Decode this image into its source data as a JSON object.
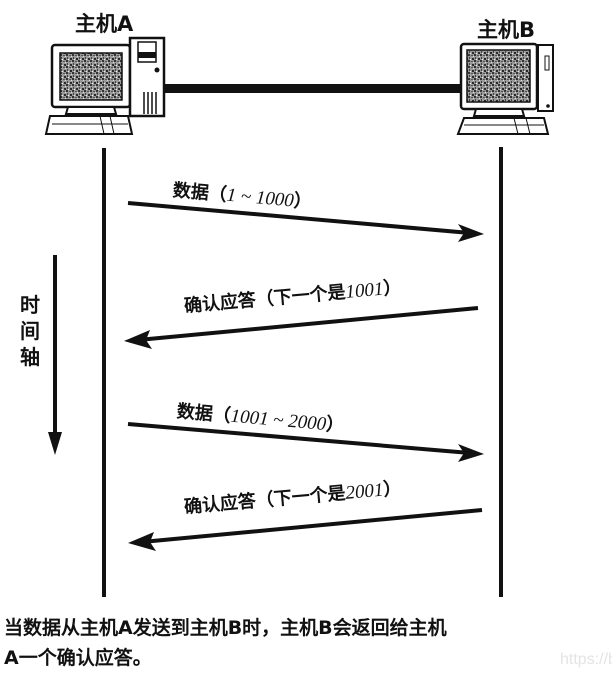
{
  "hosts": {
    "a": {
      "label": "主机A"
    },
    "b": {
      "label": "主机B"
    }
  },
  "time_axis": {
    "label": "时间轴",
    "chars": [
      "时",
      "间",
      "轴"
    ]
  },
  "messages": [
    {
      "direction": "A→B",
      "prefix": "数据（",
      "range": "1 ~ 1000",
      "suffix": "）"
    },
    {
      "direction": "B→A",
      "prefix": "确认应答（下一个是",
      "range": "1001",
      "suffix": "）"
    },
    {
      "direction": "A→B",
      "prefix": "数据（",
      "range": "1001 ~ 2000",
      "suffix": "）"
    },
    {
      "direction": "B→A",
      "prefix": "确认应答（下一个是",
      "range": "2001",
      "suffix": "）"
    }
  ],
  "caption": {
    "line1": "当数据从主机A发送到主机B时，主机B会返回给主机",
    "line2": "A一个确认应答。"
  },
  "watermark": "https://b",
  "colors": {
    "ink": "#111111",
    "screen_noise": "#777777",
    "background": "#ffffff"
  }
}
